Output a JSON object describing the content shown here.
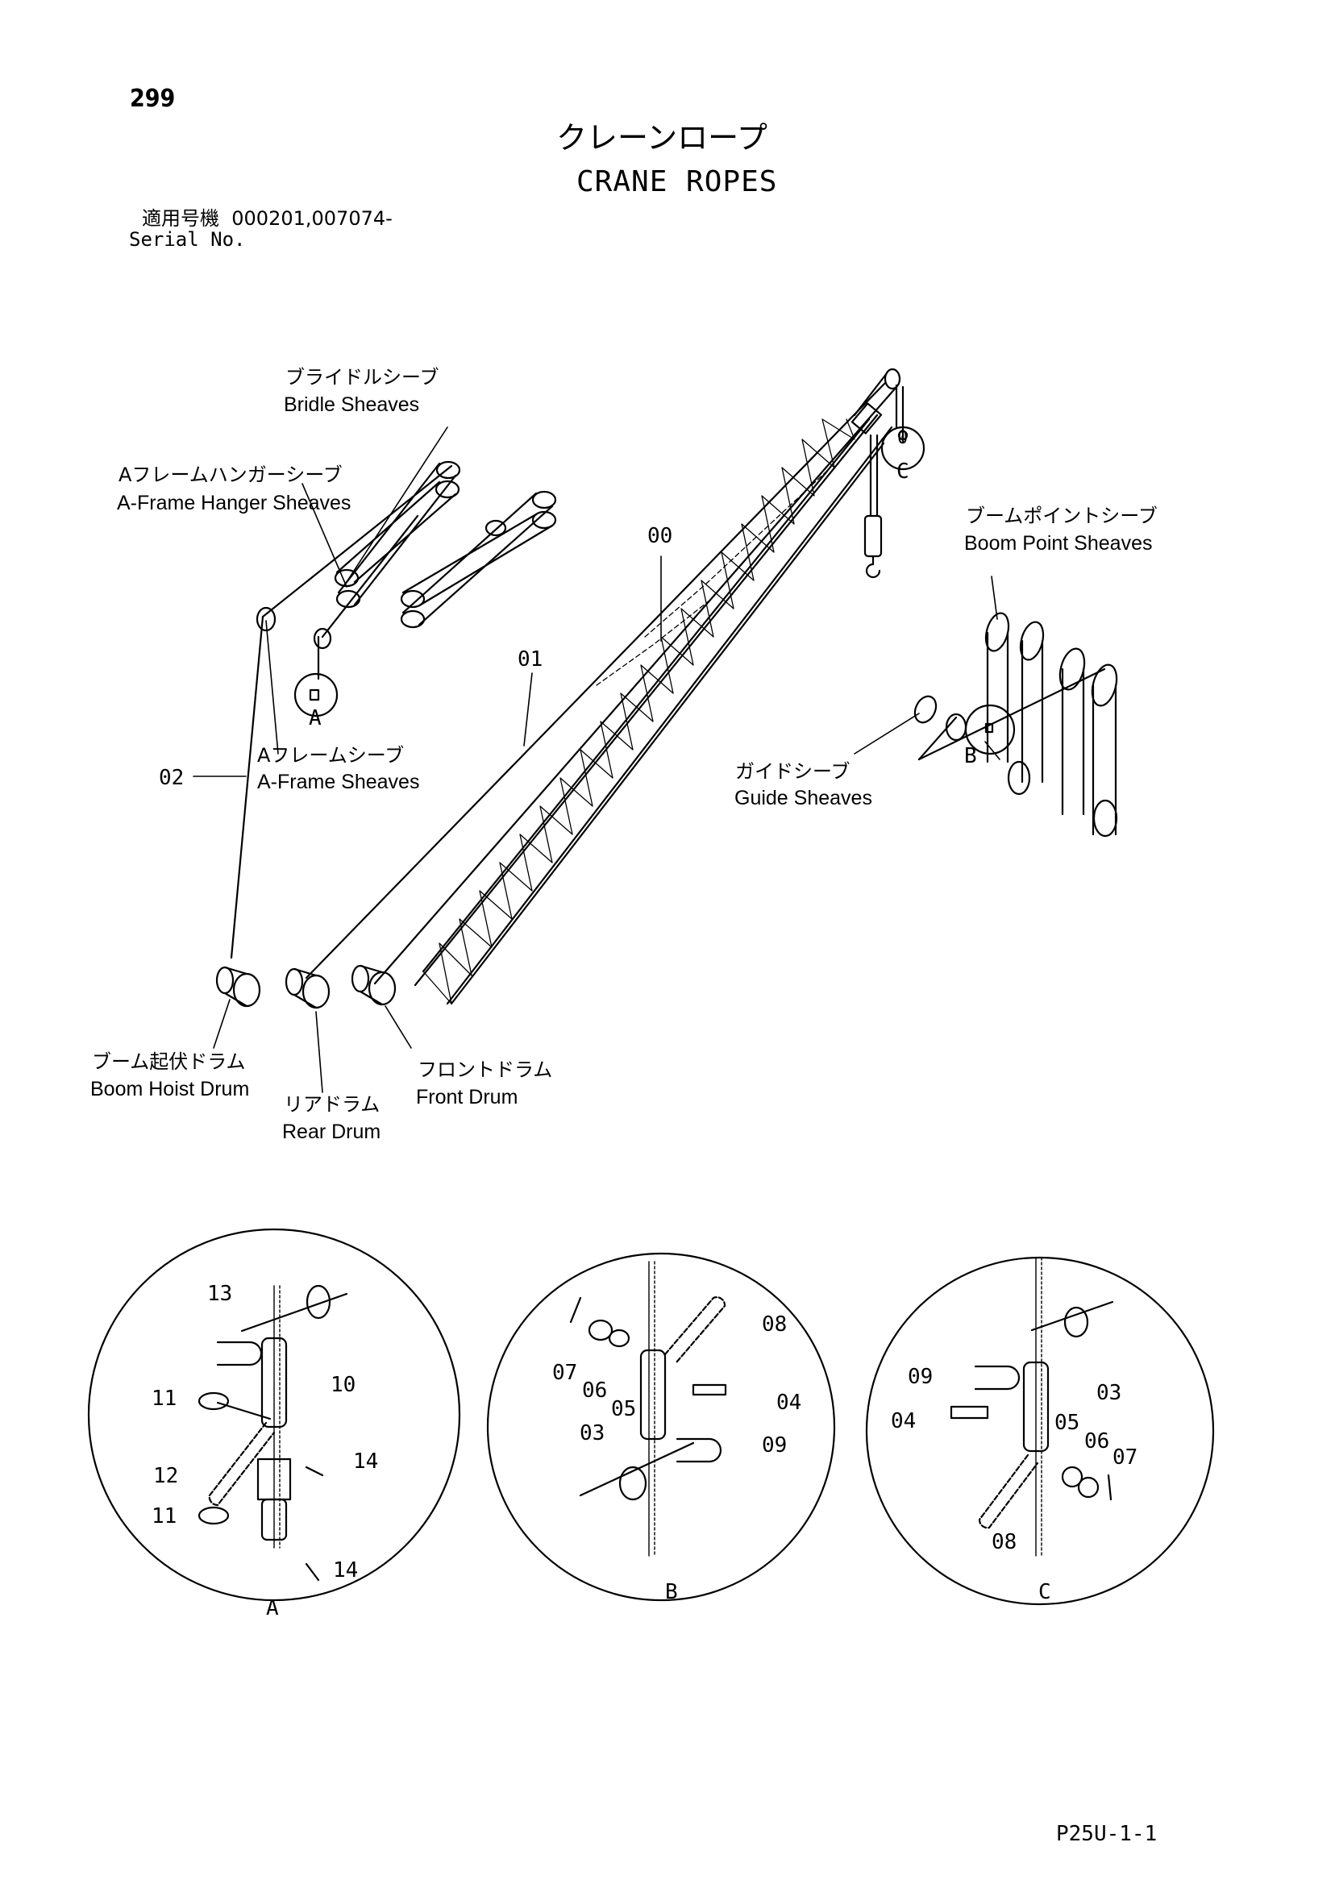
{
  "page_number": "299",
  "title_ja": "クレーンロープ",
  "title_en": "CRANE ROPES",
  "serial": {
    "label_ja": "適用号機",
    "value": "000201,007074-",
    "label_en": "Serial No."
  },
  "labels": {
    "bridle_sheaves_ja": "ブライドルシーブ",
    "bridle_sheaves_en": "Bridle Sheaves",
    "aframe_hanger_ja": "Aフレームハンガーシーブ",
    "aframe_hanger_en": "A-Frame Hanger Sheaves",
    "aframe_sheaves_ja": "Aフレームシーブ",
    "aframe_sheaves_en": "A-Frame Sheaves",
    "boom_point_ja": "ブームポイントシーブ",
    "boom_point_en": "Boom Point Sheaves",
    "guide_sheaves_ja": "ガイドシーブ",
    "guide_sheaves_en": "Guide Sheaves",
    "boom_hoist_drum_ja": "ブーム起伏ドラム",
    "boom_hoist_drum_en": "Boom Hoist Drum",
    "rear_drum_ja": "リアドラム",
    "rear_drum_en": "Rear Drum",
    "front_drum_ja": "フロントドラム",
    "front_drum_en": "Front Drum"
  },
  "callouts": {
    "c00": "00",
    "c01": "01",
    "c02": "02",
    "detail_a": "A",
    "detail_b": "B",
    "detail_c": "C",
    "sheave_c_num": "0"
  },
  "detail_a_parts": [
    "13",
    "10",
    "11",
    "12",
    "11",
    "14",
    "14"
  ],
  "detail_b_parts": [
    "07",
    "06",
    "05",
    "08",
    "04",
    "03",
    "09"
  ],
  "detail_c_parts": [
    "09",
    "03",
    "04",
    "05",
    "06",
    "07",
    "08"
  ],
  "footer_code": "P25U-1-1"
}
